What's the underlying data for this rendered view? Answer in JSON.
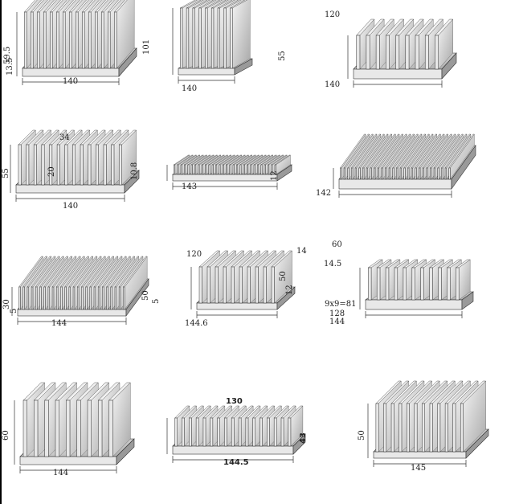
{
  "profiles": [
    {
      "dims": [
        "59.5",
        "13.5",
        "140"
      ]
    },
    {
      "dims": [
        "101",
        "140"
      ]
    },
    {
      "dims": [
        "120",
        "55",
        "140"
      ]
    },
    {
      "dims": [
        "34",
        "20",
        "55",
        "140"
      ]
    },
    {
      "dims": [
        "10.8",
        "143"
      ]
    },
    {
      "dims": [
        "12",
        "142"
      ]
    },
    {
      "dims": [
        "30",
        "5",
        "144"
      ]
    },
    {
      "dims": [
        "120",
        "50",
        "5",
        "144.6"
      ]
    },
    {
      "dims": [
        "14",
        "60",
        "14.5",
        "50",
        "12",
        "9x9=81",
        "128",
        "144"
      ]
    },
    {
      "dims": [
        "60",
        "144"
      ]
    },
    {
      "dims": [
        "130",
        "43",
        "144.5"
      ]
    },
    {
      "dims": [
        "50",
        "145"
      ]
    }
  ],
  "colors": {
    "metal_light": "#e8e8e8",
    "metal_dark": "#9a9a9a",
    "line": "#333333"
  }
}
